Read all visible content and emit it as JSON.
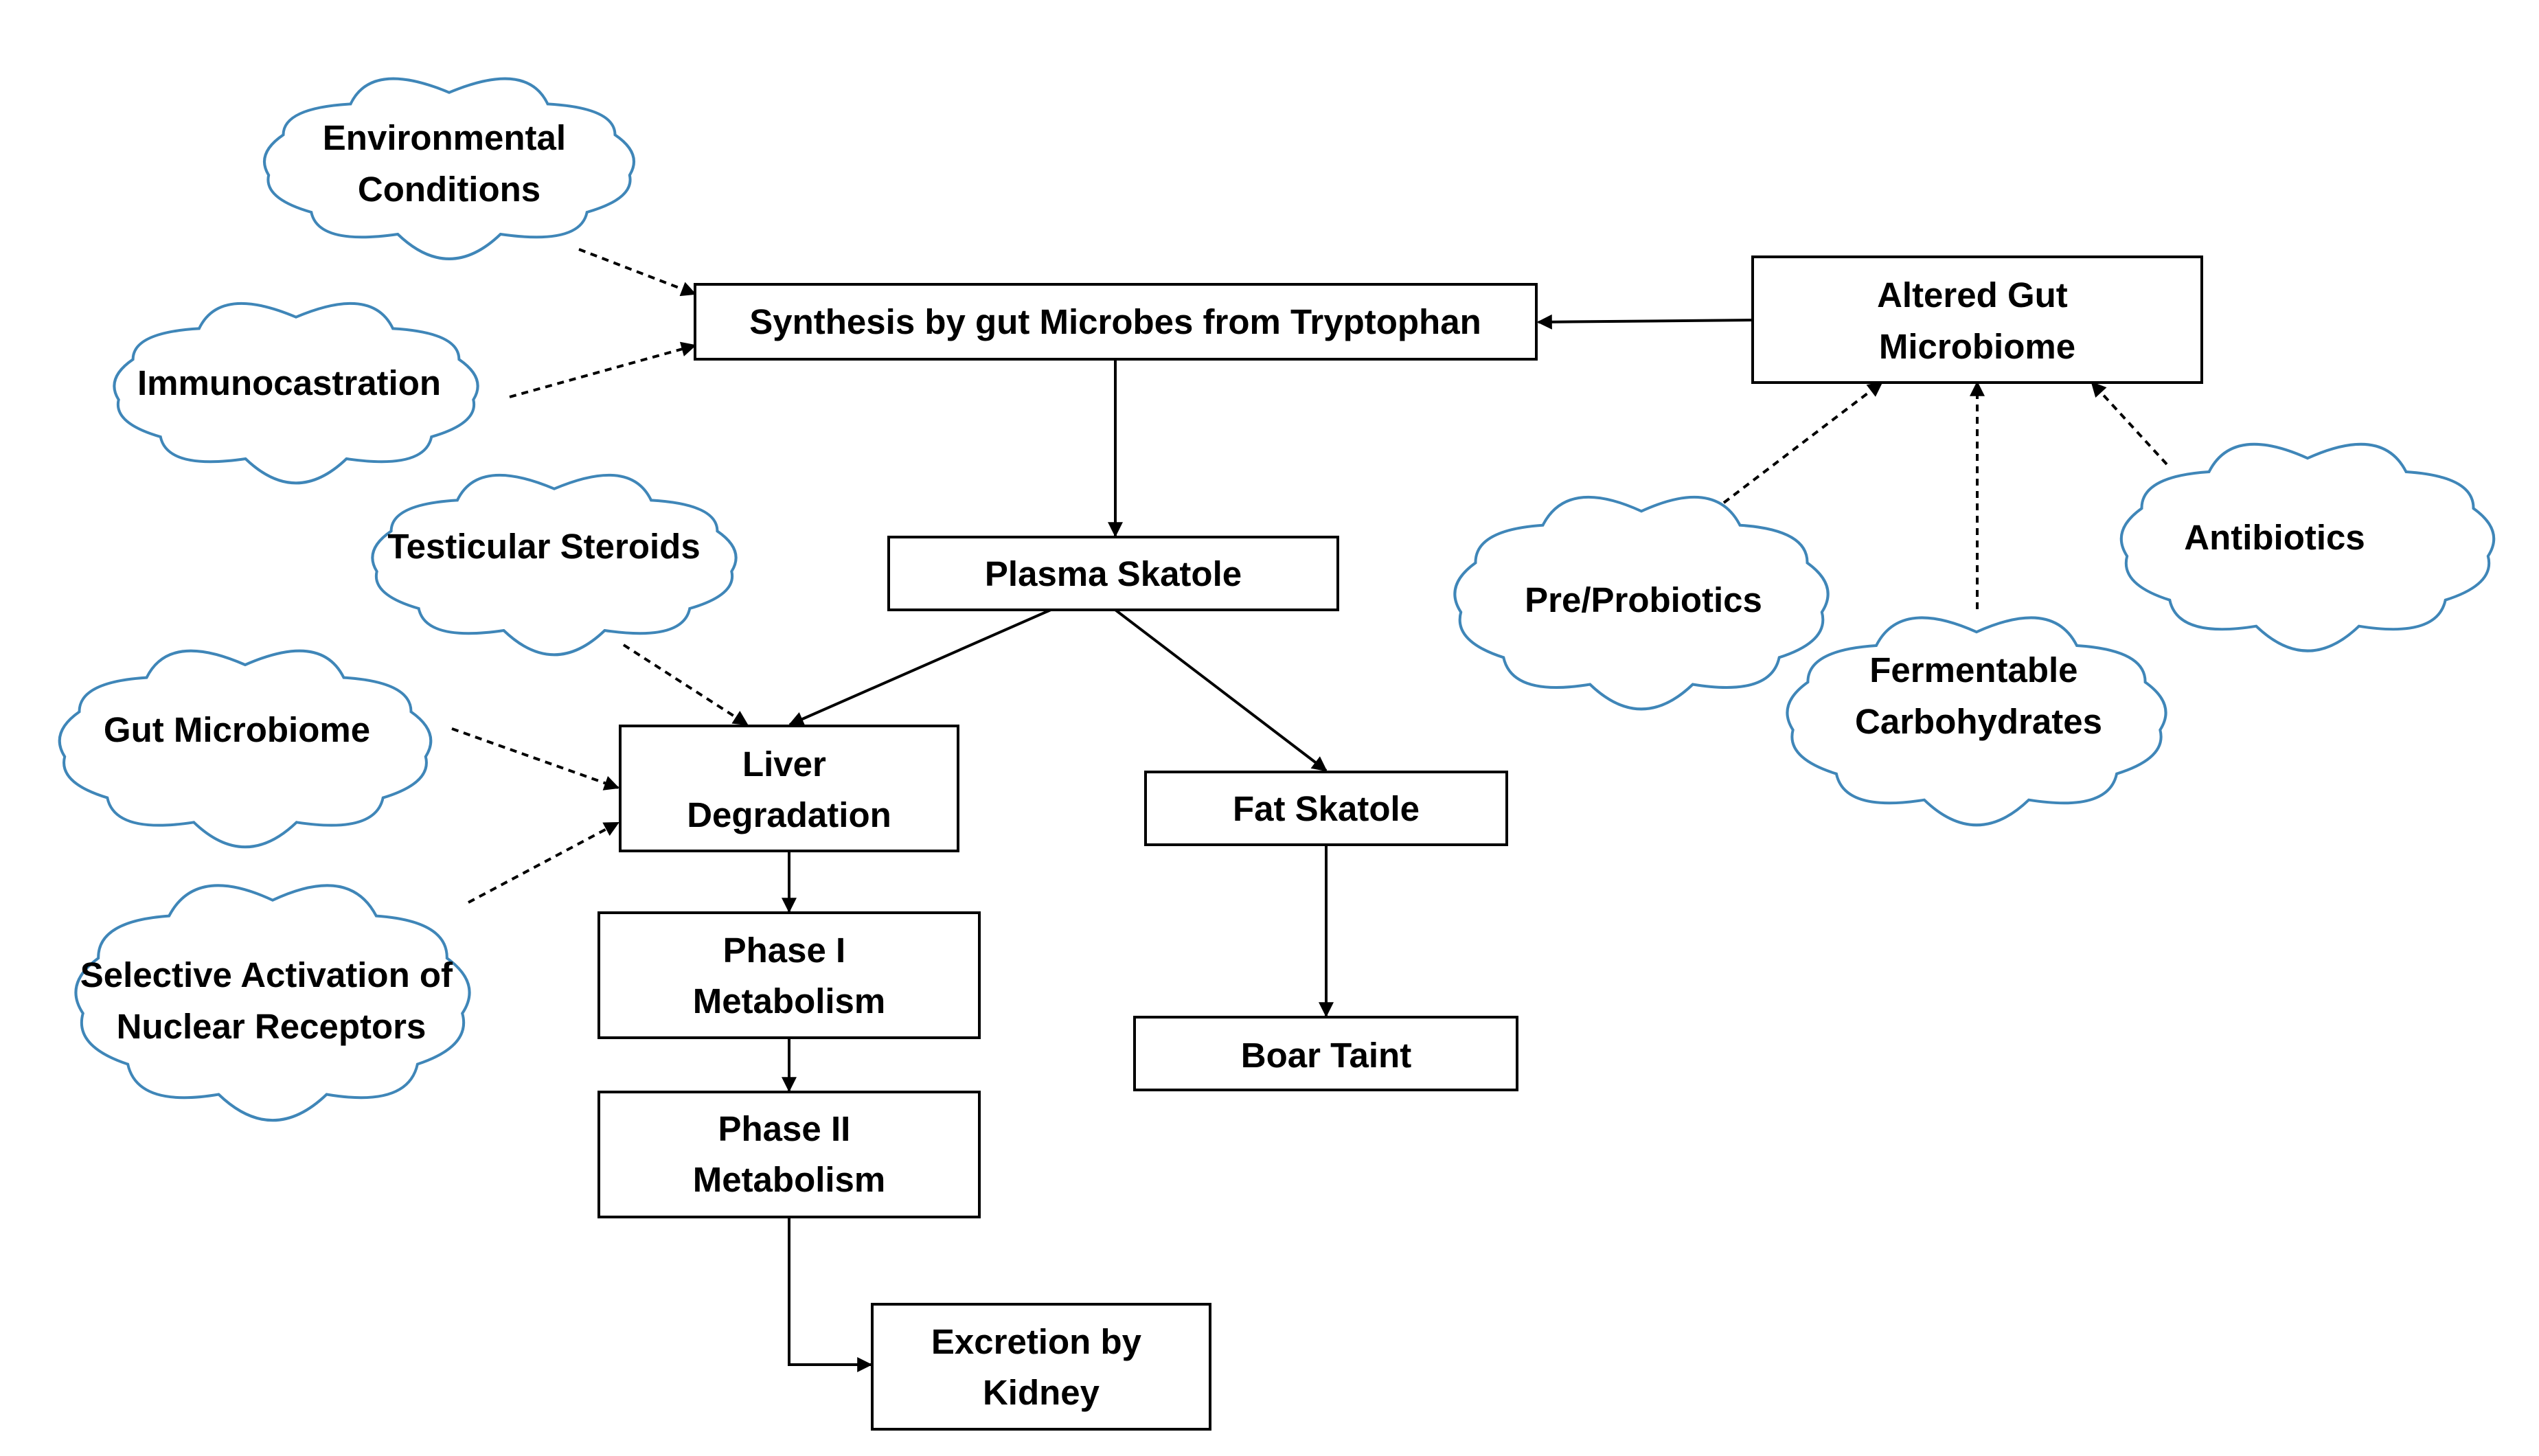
{
  "colors": {
    "cloud_stroke": "#3f86b8",
    "box_stroke": "#000000",
    "arrow": "#000000"
  },
  "boxes": {
    "synthesis": {
      "lines": [
        "Synthesis by gut Microbes from Tryptophan"
      ]
    },
    "altered_gut": {
      "lines": [
        "Altered Gut",
        "Microbiome"
      ]
    },
    "plasma": {
      "lines": [
        "Plasma Skatole"
      ]
    },
    "liver": {
      "lines": [
        "Liver",
        "Degradation"
      ]
    },
    "fat": {
      "lines": [
        "Fat Skatole"
      ]
    },
    "phase1": {
      "lines": [
        "Phase I",
        "Metabolism"
      ]
    },
    "phase2": {
      "lines": [
        "Phase II",
        "Metabolism"
      ]
    },
    "boar": {
      "lines": [
        "Boar Taint"
      ]
    },
    "excretion": {
      "lines": [
        "Excretion by",
        "Kidney"
      ]
    }
  },
  "clouds": {
    "environmental": {
      "lines": [
        "Environmental",
        "Conditions"
      ]
    },
    "immunocastration": {
      "lines": [
        "Immunocastration"
      ]
    },
    "testicular": {
      "lines": [
        "Testicular Steroids"
      ]
    },
    "gut_microbiome": {
      "lines": [
        "Gut Microbiome"
      ]
    },
    "selective": {
      "lines": [
        "Selective Activation of",
        "Nuclear Receptors"
      ]
    },
    "prebiotics": {
      "lines": [
        "Pre/Probiotics"
      ]
    },
    "fermentable": {
      "lines": [
        "Fermentable",
        "Carbohydrates"
      ]
    },
    "antibiotics": {
      "lines": [
        "Antibiotics"
      ]
    }
  }
}
